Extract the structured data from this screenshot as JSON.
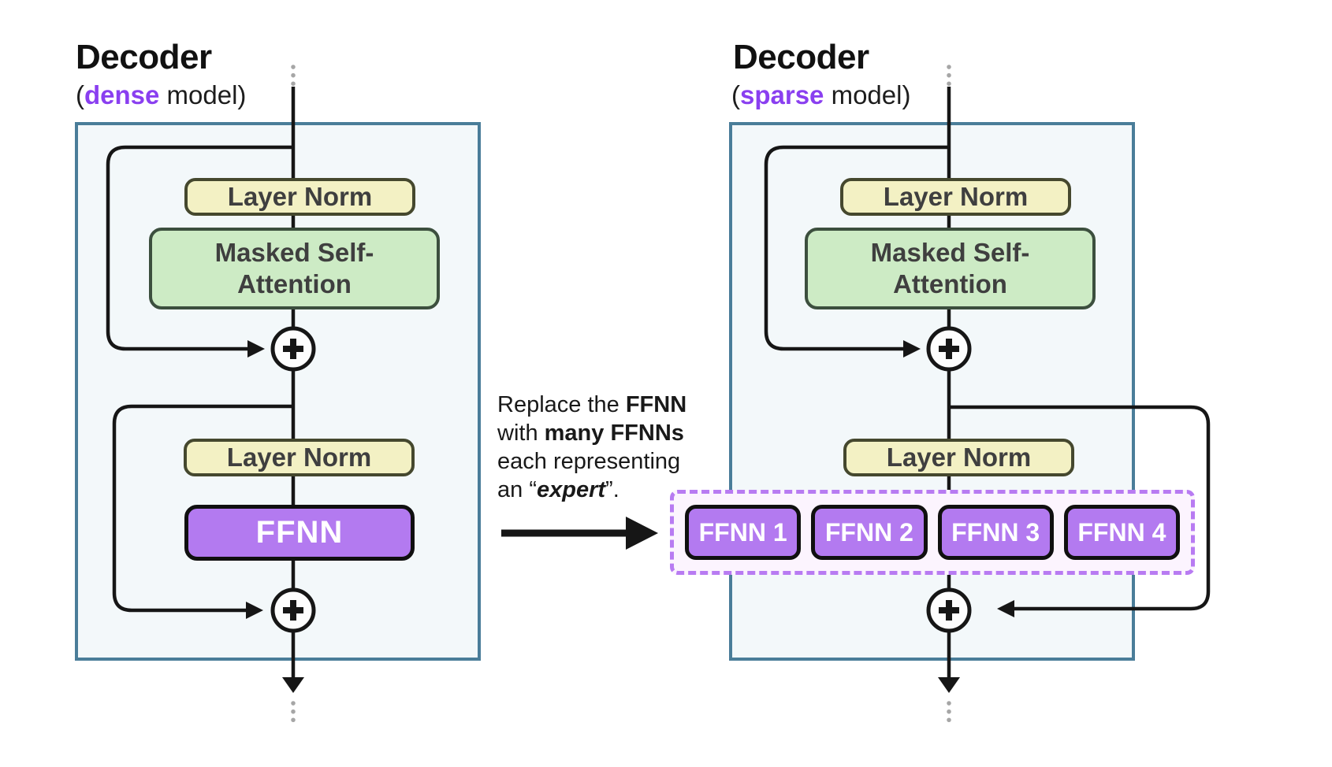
{
  "left_panel": {
    "title": "Decoder",
    "subtitle_prefix": "(",
    "subtitle_accent": "dense",
    "subtitle_suffix": " model)",
    "blocks": {
      "layer_norm_1": "Layer Norm",
      "attention": "Masked Self-Attention",
      "layer_norm_2": "Layer Norm",
      "ffnn": "FFNN"
    }
  },
  "right_panel": {
    "title": "Decoder",
    "subtitle_prefix": "(",
    "subtitle_accent": "sparse",
    "subtitle_suffix": " model)",
    "blocks": {
      "layer_norm_1": "Layer Norm",
      "attention": "Masked Self-Attention",
      "layer_norm_2": "Layer Norm"
    },
    "experts": [
      "FFNN 1",
      "FFNN 2",
      "FFNN 3",
      "FFNN 4"
    ]
  },
  "annotation": {
    "l1a": "Replace the ",
    "l1b": "FFNN",
    "l2a": "with ",
    "l2b": "many FFNNs",
    "l3": "each representing",
    "l4a": "an “",
    "l4b": "expert",
    "l4c": "”."
  },
  "icons": {
    "residual_add": "plus-in-circle",
    "flow_down": "arrow-down",
    "transform": "arrow-right",
    "continuation": "vertical-dots"
  },
  "colors": {
    "accent_purple": "#8a3ff0",
    "panel_border": "#4a7d99",
    "panel_fill": "#f3f8fa",
    "layernorm_fill": "#f3f1c4",
    "layernorm_border": "#45482e",
    "attention_fill": "#cdebc5",
    "attention_border": "#3c4f3e",
    "ffnn_fill": "#b37af0",
    "ffnn_border": "#101010",
    "expert_container_fill": "#fcf4fe",
    "expert_container_border": "#b87bf2",
    "line": "#161616",
    "label_text": "#3f3f3f",
    "title_text": "#111111",
    "dotted": "#a6a6a6"
  }
}
